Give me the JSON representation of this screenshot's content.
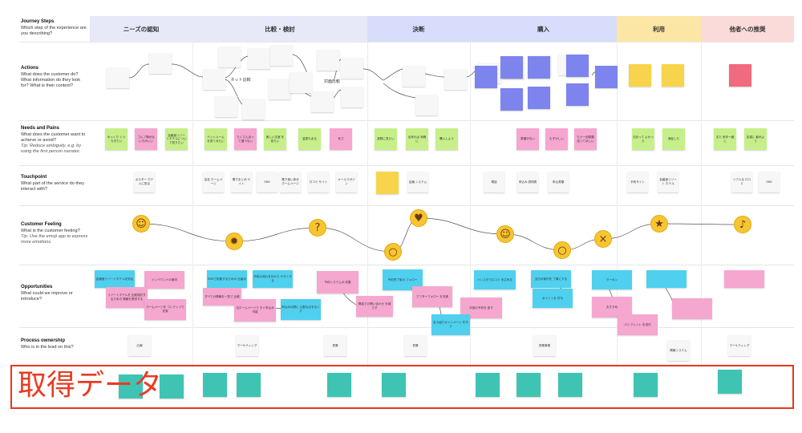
{
  "phases": [
    {
      "label": "ニーズの認知",
      "color": "#e7e9f9"
    },
    {
      "label": "比較・検討",
      "color": "#e7e9f9"
    },
    {
      "label": "決断",
      "color": "#d7ddfa"
    },
    {
      "label": "購入",
      "color": "#d7ddfa"
    },
    {
      "label": "利用",
      "color": "#fbe6a6"
    },
    {
      "label": "他者への推奨",
      "color": "#fbdada"
    }
  ],
  "rows": [
    {
      "title": "Journey Steps",
      "desc": "Which step of the experience are you describing?",
      "tip": ""
    },
    {
      "title": "Actions",
      "desc": "What does the customer do? What information do they look for? What is their context?",
      "tip": ""
    },
    {
      "title": "Needs and Pains",
      "desc": "What does the customer want to achieve or avoid?",
      "tip": "Tip: Reduce ambiguity, e.g. by using the first person narrator."
    },
    {
      "title": "Touchpoint",
      "desc": "What part of the service do they interact with?",
      "tip": ""
    },
    {
      "title": "Customer Feeling",
      "desc": "What is the customer feeling?",
      "tip": "Tip: Use the emoji app to express more emotions."
    },
    {
      "title": "Opportunities",
      "desc": "What could we improve or introduce?",
      "tip": ""
    },
    {
      "title": "Process ownership",
      "desc": "Who is in the lead on this?",
      "tip": ""
    }
  ],
  "emojis": [
    {
      "name": "smile-emoji",
      "face": "☺"
    },
    {
      "name": "mind-blown-emoji",
      "face": "✹"
    },
    {
      "name": "thinking-emoji",
      "face": "?"
    },
    {
      "name": "screaming-emoji",
      "face": "○"
    },
    {
      "name": "heart-eyes-emoji",
      "face": "♥"
    },
    {
      "name": "smile-emoji",
      "face": "☺"
    },
    {
      "name": "screaming-emoji",
      "face": "○"
    },
    {
      "name": "frustrated-emoji",
      "face": "×"
    },
    {
      "name": "star-struck-emoji",
      "face": "★"
    },
    {
      "name": "partying-emoji",
      "face": "♪"
    }
  ],
  "notes": {
    "actions_texts": [
      "ネット比較",
      "対面比較"
    ],
    "touchpoints": [
      "ポスター\nホテルに貼る",
      "会社\nホームページ",
      "電下まとめ\nサイト",
      "SNS",
      "電下逸い体分\nホームページ",
      "口コミ\nサイト",
      "メールマガジン",
      "会議\nシステム",
      "電話",
      "申込み\n説明書",
      "申込書類",
      "予約サイト",
      "会議室リゾート\nホテル",
      "リアルな\n口コミ",
      "SNS"
    ],
    "needs": [
      "ゆっくり\nくつろぎたい",
      "ゴルフ場が近\nい方がいい",
      "会議室リゾー\nトホテルについ\nて知りたい",
      "ベットルーム\nを見てみたい",
      "たくさんあっ\nて選べない",
      "美しい空室\nを見たい",
      "温泉もある",
      "安さ",
      "実際に見たい",
      "出来れば\n気軽に",
      "購入しよう",
      "書類がない",
      "むずかしい",
      "もう一回書類\n送ってほしい",
      "泊まって\nよかった",
      "満足した",
      "また\n来年一緒に",
      "友達に\n勧めよう"
    ],
    "opportunities": [
      "会議室リゾートホテルを知る",
      "インバウンドの案内",
      "リゾートホテルを\n比較検討するための\n情報を提供する",
      "ホームページを\nコンテンツで充実",
      "SNSで拡散するための\n仕組み",
      "予約の流れを分かり\nやすくする",
      "すべての情報を一覧で\n比較",
      "当ホームページで\nすぐ申込み可能",
      "申込みの際に\n心配な点をなくす",
      "予約システムの\n改善",
      "電話での問い合わせ\nを減らす",
      "予約完了後の\nフォロー",
      "アフターフォロー\nを充実",
      "次回の予約を\n促す",
      "友人紹介キャンペーン\nを行う",
      "インスタで口コミ\nを広める",
      "当日の案内を\n丁寧にする",
      "ポイントを\n付与",
      "クーポン",
      "おすすめ",
      "パンフレット\nを送付"
    ],
    "owners": [
      "広報",
      "マーケティング",
      "営業",
      "営業",
      "営業事務",
      "情報システム",
      "マーケティング"
    ]
  },
  "highlight": {
    "label": "取得データ",
    "color": "#ea3a22"
  }
}
